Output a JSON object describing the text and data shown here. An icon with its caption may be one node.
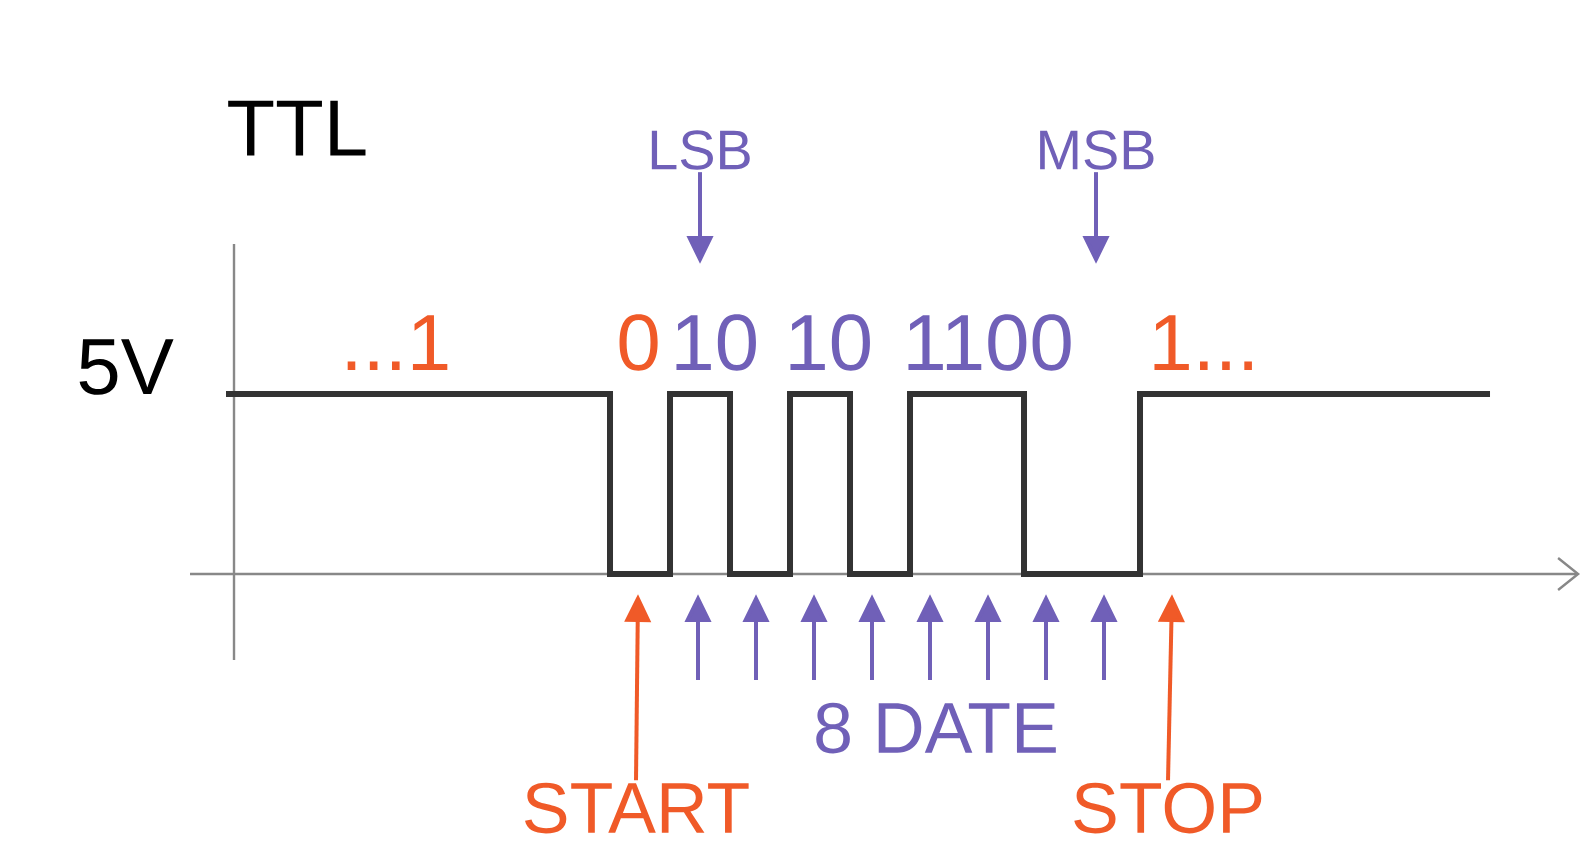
{
  "diagram": {
    "nodes": [
      {
        "text": [
          "LSB"
        ]
      },
      {
        "text": [
          "MSB"
        ]
      },
      {
        "text": [
          "8 DATE"
        ]
      },
      {
        "text": [
          "START"
        ]
      },
      {
        "text": [
          "STOP"
        ]
      }
    ],
    "edges": [
      {
        "from": 0,
        "to": null,
        "arrow": "to"
      },
      {
        "from": 1,
        "to": null,
        "arrow": "to"
      },
      {
        "from": 3,
        "to": null,
        "arrow": "to",
        "color": "#f05a28"
      },
      {
        "from": 4,
        "to": null,
        "arrow": "to",
        "color": "#f05a28"
      }
    ],
    "labels": [
      "TTL",
      "5V",
      "...1",
      "0",
      "10",
      "10",
      "1100",
      "1..."
    ]
  }
}
